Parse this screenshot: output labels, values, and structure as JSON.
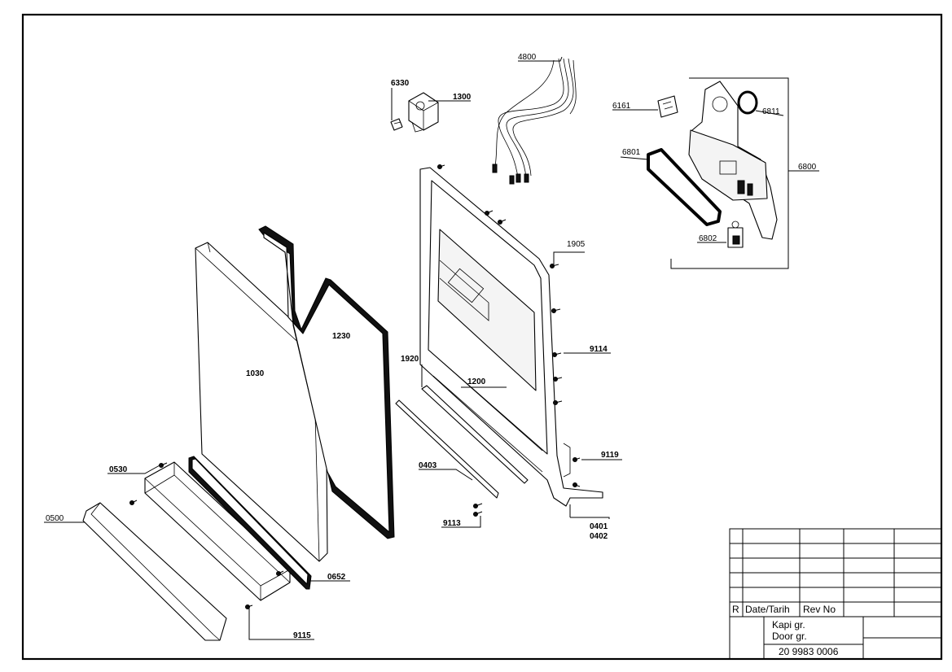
{
  "parts": [
    {
      "id": "p4800",
      "code": "4800"
    },
    {
      "id": "p6330",
      "code": "6330"
    },
    {
      "id": "p1300",
      "code": "1300"
    },
    {
      "id": "p6161",
      "code": "6161"
    },
    {
      "id": "p6811",
      "code": "6811"
    },
    {
      "id": "p6801",
      "code": "6801"
    },
    {
      "id": "p6800",
      "code": "6800"
    },
    {
      "id": "p6802",
      "code": "6802"
    },
    {
      "id": "p1905",
      "code": "1905"
    },
    {
      "id": "p1230",
      "code": "1230"
    },
    {
      "id": "p1030",
      "code": "1030"
    },
    {
      "id": "p9114",
      "code": "9114"
    },
    {
      "id": "p1920",
      "code": "1920"
    },
    {
      "id": "p1200",
      "code": "1200"
    },
    {
      "id": "p9119",
      "code": "9119"
    },
    {
      "id": "p0530",
      "code": "0530"
    },
    {
      "id": "p0403",
      "code": "0403"
    },
    {
      "id": "p0401",
      "code": "0401"
    },
    {
      "id": "p0402",
      "code": "0402"
    },
    {
      "id": "p9113",
      "code": "9113"
    },
    {
      "id": "p0500",
      "code": "0500"
    },
    {
      "id": "p0652",
      "code": "0652"
    },
    {
      "id": "p9115",
      "code": "9115"
    }
  ],
  "title_block": {
    "rev_marker": "R",
    "date_header": "Date/Tarih",
    "rev_header": "Rev No",
    "title_line1": "Kapi gr.",
    "title_line2": "Door gr.",
    "drawing_number": "20 9983 0006"
  }
}
